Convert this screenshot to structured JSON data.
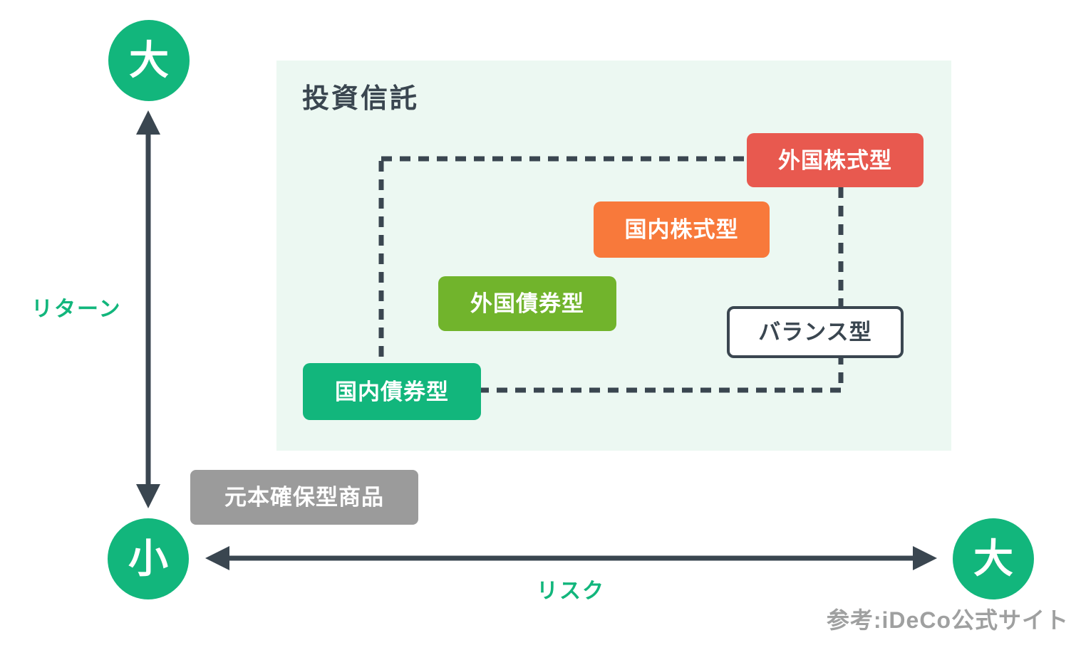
{
  "title": "投資信託",
  "axes": {
    "return": {
      "label": "リターン",
      "max": "大",
      "min": "小"
    },
    "risk": {
      "label": "リスク",
      "max": "大"
    }
  },
  "products": [
    {
      "id": "foreign-equity",
      "label": "外国株式型",
      "color": "#e8594f",
      "text_color": "#ffffff"
    },
    {
      "id": "domestic-equity",
      "label": "国内株式型",
      "color": "#f8793b",
      "text_color": "#ffffff"
    },
    {
      "id": "foreign-bond",
      "label": "外国債券型",
      "color": "#71b42c",
      "text_color": "#ffffff"
    },
    {
      "id": "balanced",
      "label": "バランス型",
      "color": "#ffffff",
      "text_color": "#3a4650"
    },
    {
      "id": "domestic-bond",
      "label": "国内債券型",
      "color": "#12b67c",
      "text_color": "#ffffff"
    },
    {
      "id": "principal-protected",
      "label": "元本確保型商品",
      "color": "#9b9b9b",
      "text_color": "#ffffff"
    }
  ],
  "caption": "参考:iDeCo公式サイト",
  "colors": {
    "emerald": "#12b67c",
    "navy": "#3a4650",
    "panel_mint": "#ecf8f2",
    "red": "#e8594f",
    "orange": "#f8793b",
    "lime": "#71b42c",
    "gray_box": "#9b9b9b",
    "caption_gray": "#9fa0a0",
    "background": "#ffffff"
  }
}
